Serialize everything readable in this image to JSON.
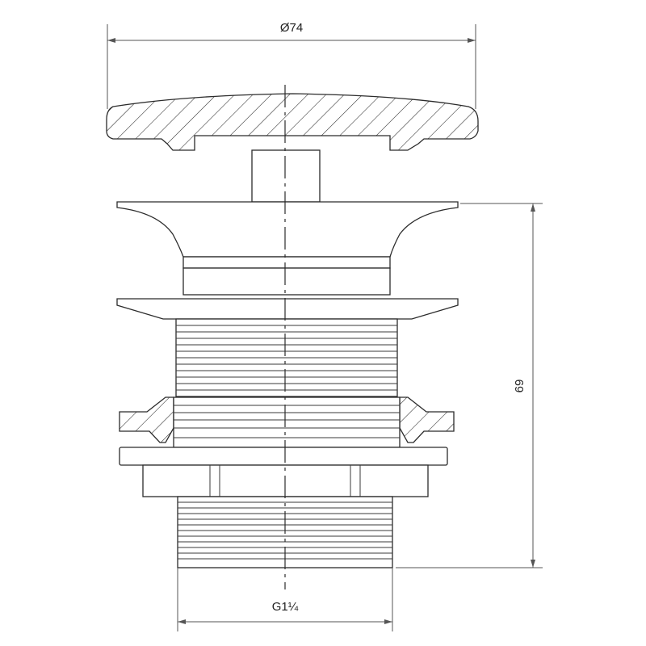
{
  "dimensions": {
    "top_diameter": "Ø74",
    "height": "69",
    "thread": "G1¼"
  }
}
